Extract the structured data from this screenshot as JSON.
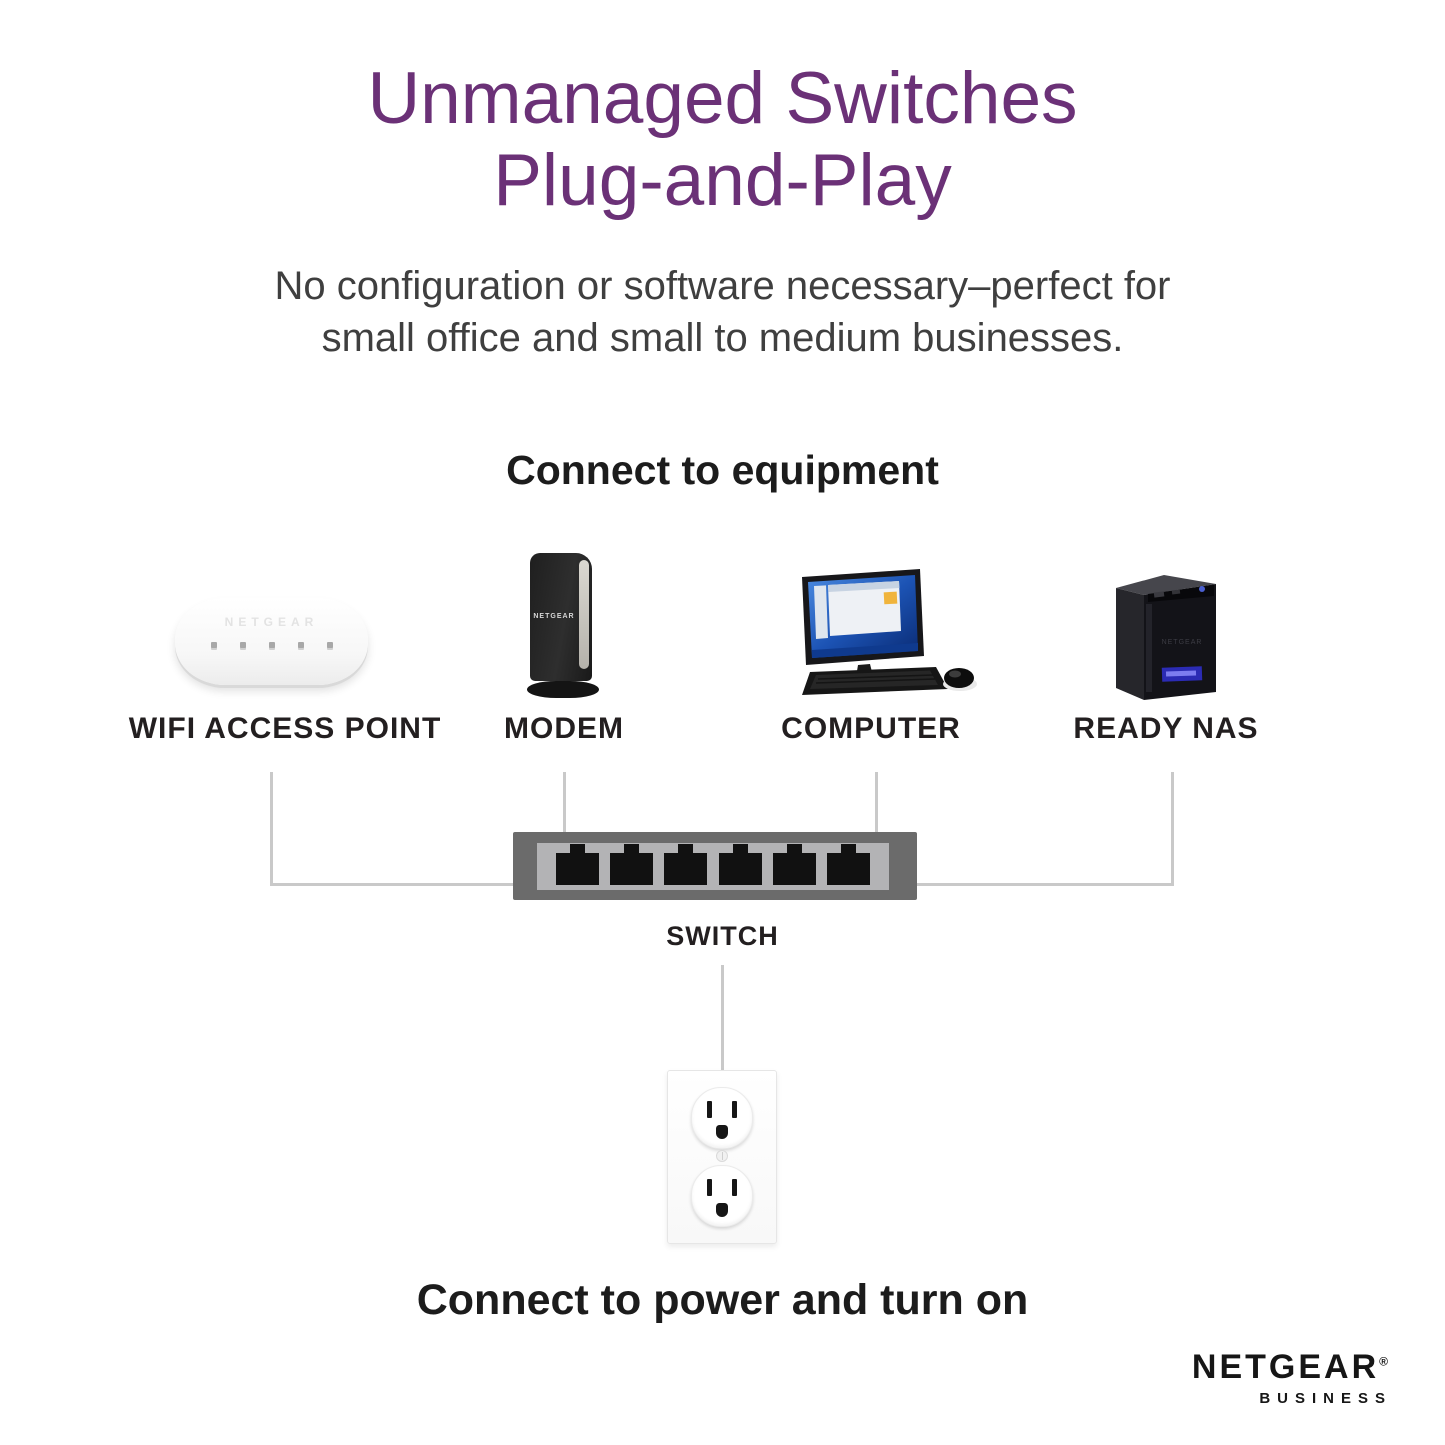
{
  "header": {
    "title_line1": "Unmanaged Switches",
    "title_line2": "Plug-and-Play",
    "subtitle_line1": "No configuration or software necessary–perfect for",
    "subtitle_line2": "small office and small to medium businesses."
  },
  "equipment_section": {
    "heading": "Connect to equipment",
    "devices": [
      {
        "id": "wifi-access-point",
        "label": "WIFI ACCESS POINT",
        "brand_text": "NETGEAR"
      },
      {
        "id": "modem",
        "label": "MODEM",
        "brand_text": "NETGEAR"
      },
      {
        "id": "computer",
        "label": "COMPUTER"
      },
      {
        "id": "ready-nas",
        "label": "READY NAS",
        "brand_text": "NETGEAR"
      }
    ],
    "switch": {
      "label": "SWITCH",
      "port_count": 6
    },
    "ap_led_count": 5
  },
  "power_section": {
    "heading": "Connect to power and turn on"
  },
  "branding": {
    "name": "NETGEAR",
    "registered_mark": "®",
    "division": "BUSINESS"
  },
  "colors": {
    "title_purple": "#6B3177",
    "subtitle_gray": "#3F3F3F",
    "heading_black": "#1C1C1C",
    "connector_gray": "#C9C9C9",
    "switch_body_gray": "#6B6B6B",
    "switch_panel_gray": "#B3B3B5",
    "port_black": "#111111"
  }
}
